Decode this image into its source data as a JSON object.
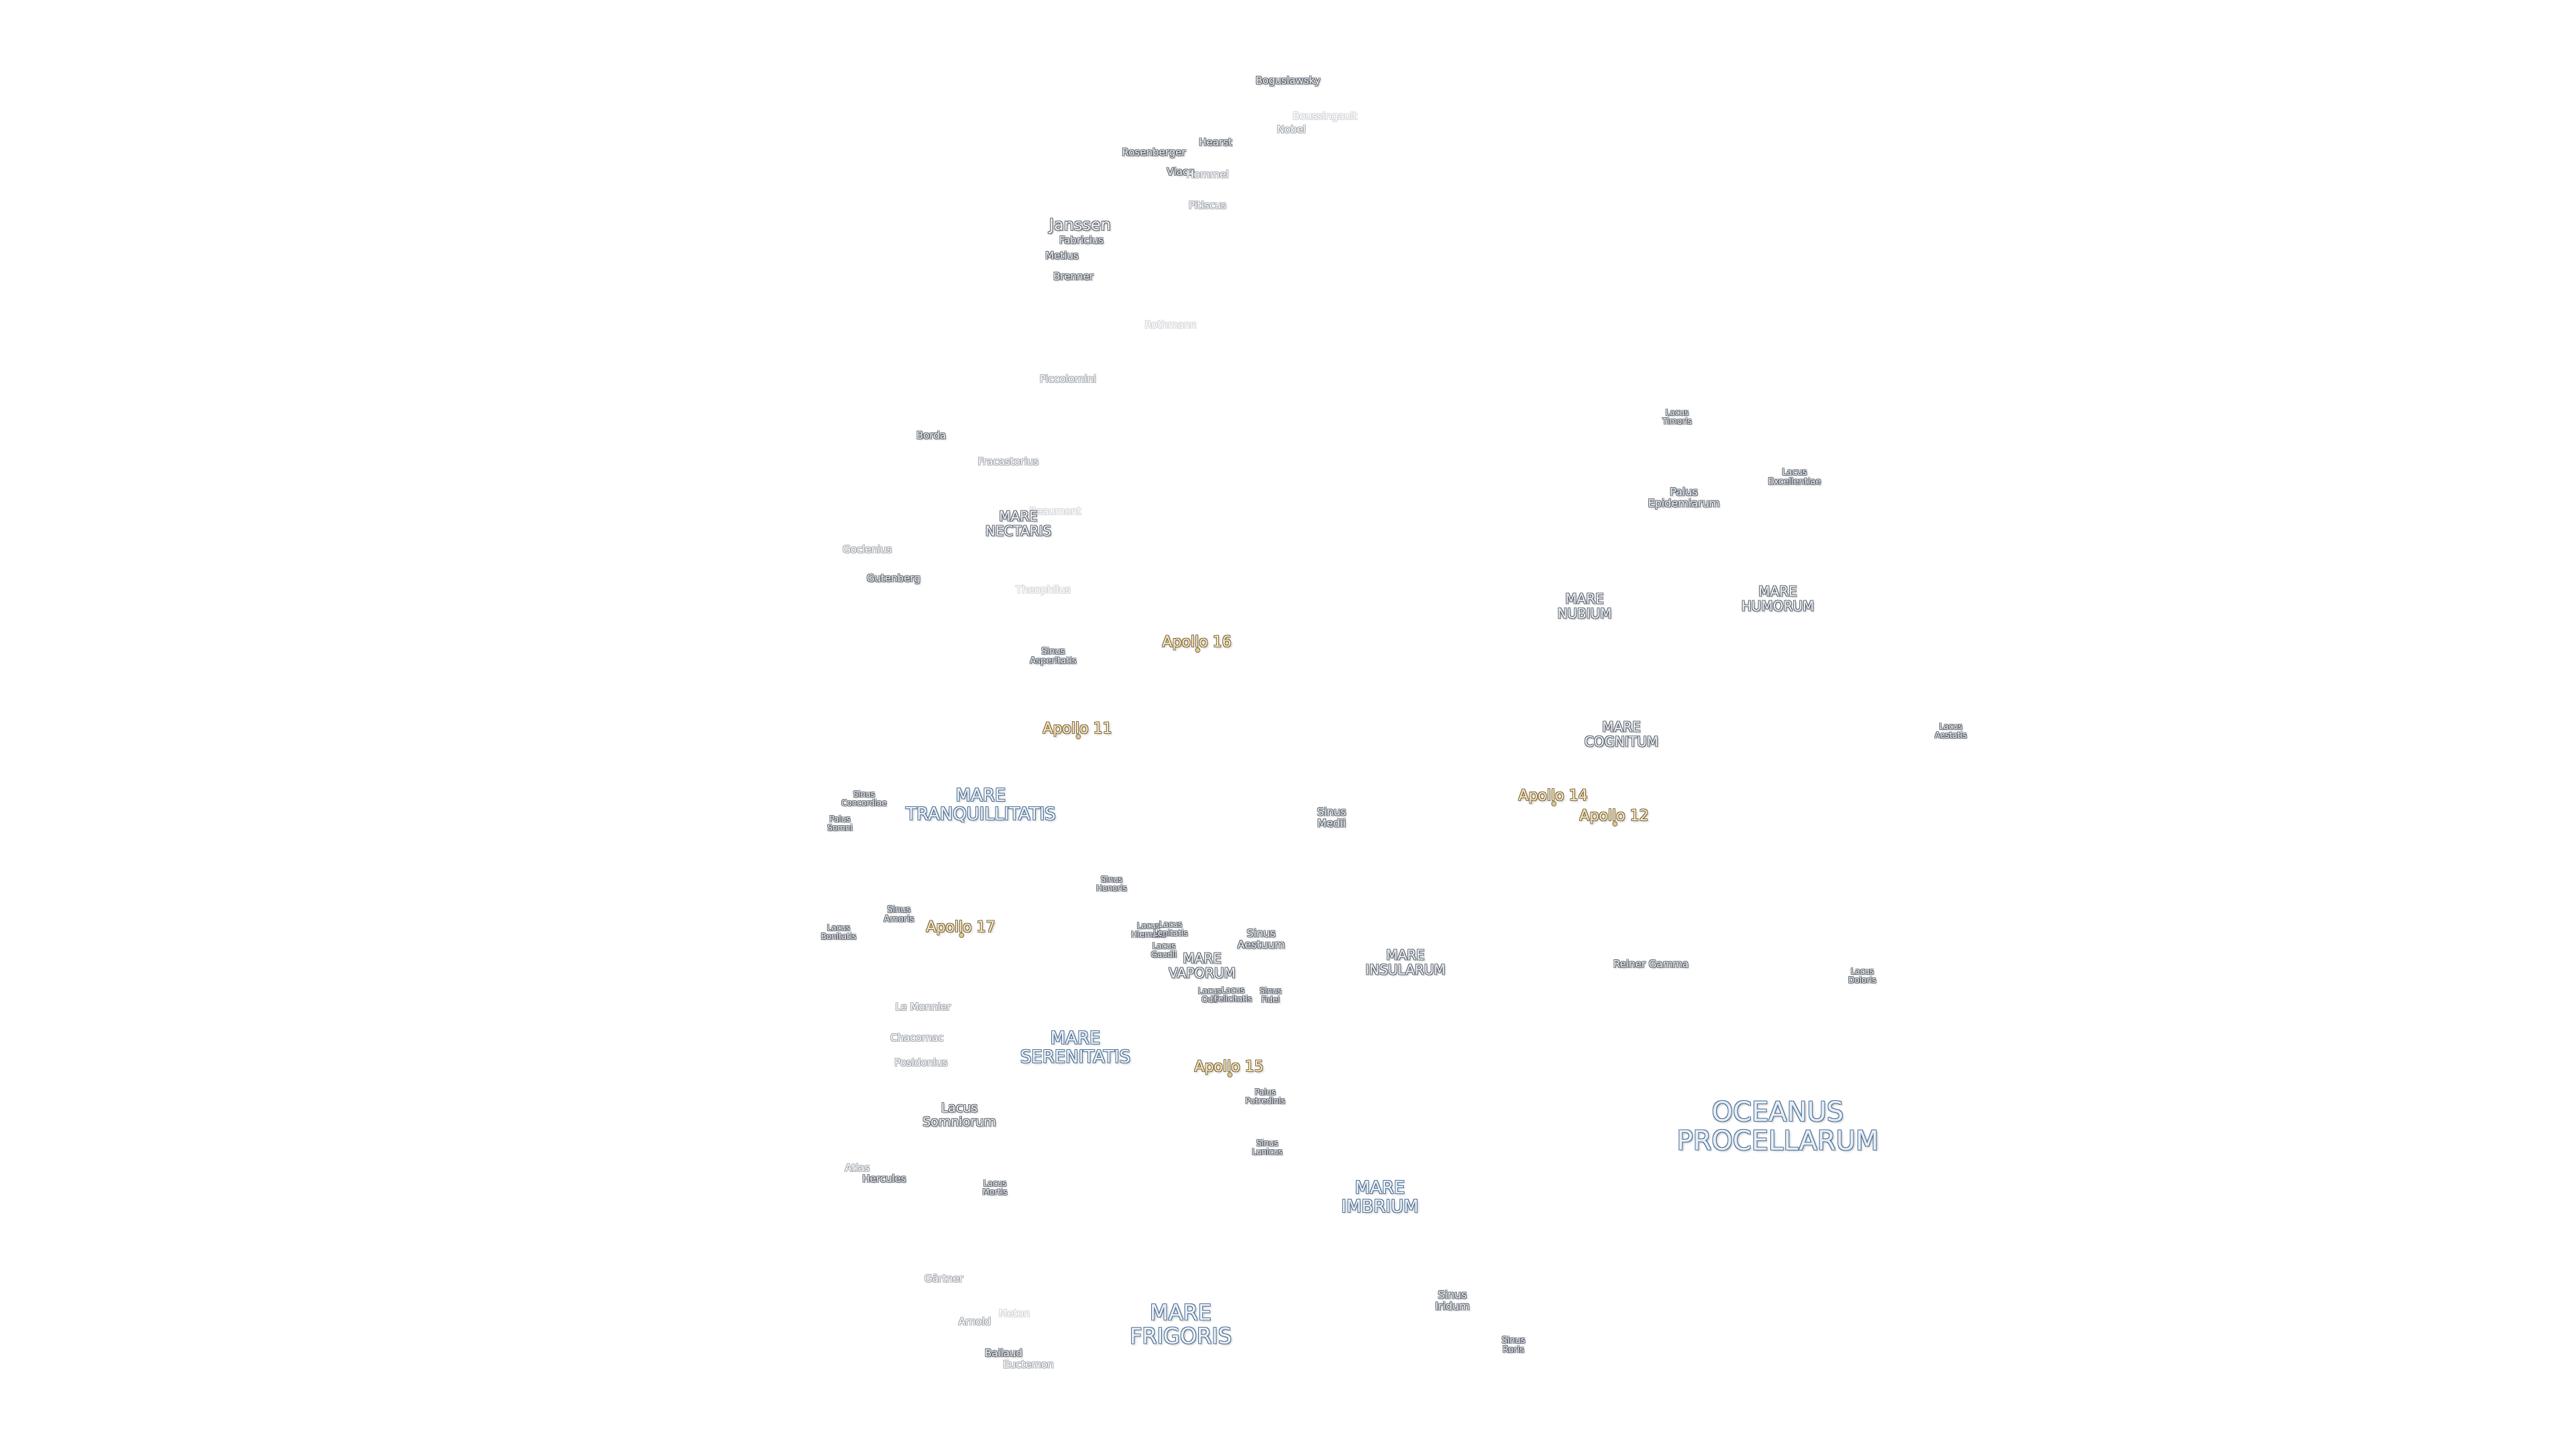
{
  "labels": [
    {
      "text": "Boguslawsky",
      "cls": "crater"
    },
    {
      "text": "Boussingault",
      "cls": "faint2"
    },
    {
      "text": "Nobel",
      "cls": "faint"
    },
    {
      "text": "Hearst",
      "cls": "crater"
    },
    {
      "text": "Rosenberger",
      "cls": "crater"
    },
    {
      "text": "Vlacq",
      "cls": "crater"
    },
    {
      "text": "Hommel",
      "cls": "faint"
    },
    {
      "text": "Pitiscus",
      "cls": "faint"
    },
    {
      "text": "Janssen",
      "cls": "crater-l"
    },
    {
      "text": "Fabricius",
      "cls": "crater"
    },
    {
      "text": "Metius",
      "cls": "crater"
    },
    {
      "text": "Brenner",
      "cls": "crater"
    },
    {
      "text": "Rothmann",
      "cls": "faint2"
    },
    {
      "text": "Piccolomini",
      "cls": "faint"
    },
    {
      "text": "Borda",
      "cls": "crater"
    },
    {
      "text": "Fracastorius",
      "cls": "faint"
    },
    {
      "text": "Beaumont",
      "cls": "faint2"
    },
    {
      "text": "MARE\nNECTARIS",
      "cls": "mare-m"
    },
    {
      "text": "Goclenius",
      "cls": "faint"
    },
    {
      "text": "Gutenberg",
      "cls": "crater"
    },
    {
      "text": "Theophilus",
      "cls": "faint2"
    },
    {
      "text": "Sinus\nAsperitatis",
      "cls": "sinus-s"
    },
    {
      "text": "Apollo 16",
      "cls": "apollo"
    },
    {
      "text": "Apollo 11",
      "cls": "apollo"
    },
    {
      "text": "Lacus\nTimoris",
      "cls": "small"
    },
    {
      "text": "Lacus\nExcellentiae",
      "cls": "sinus-s"
    },
    {
      "text": "Palus\nEpidemiarum",
      "cls": "sinus"
    },
    {
      "text": "MARE\nNUBIUM",
      "cls": "mare-m"
    },
    {
      "text": "MARE\nHUMORUM",
      "cls": "mare-m"
    },
    {
      "text": "MARE\nCOGNITUM",
      "cls": "mare-m"
    },
    {
      "text": "Lacus\nAestatis",
      "cls": "small"
    },
    {
      "text": "Apollo 14",
      "cls": "apollo"
    },
    {
      "text": "Apollo 12",
      "cls": "apollo"
    },
    {
      "text": "Sinus\nConcordiae",
      "cls": "small"
    },
    {
      "text": "MARE\nTRANQUILLITATIS",
      "cls": "mare-l"
    },
    {
      "text": "Palus\nSomni",
      "cls": "small"
    },
    {
      "text": "Sinus\nMedii",
      "cls": "sinus"
    },
    {
      "text": "Sinus\nHonoris",
      "cls": "small"
    },
    {
      "text": "Lacus\nBonitatis",
      "cls": "small"
    },
    {
      "text": "Sinus\nAmoris",
      "cls": "sinus-s"
    },
    {
      "text": "Apollo 17",
      "cls": "apollo"
    },
    {
      "text": "Lacus\nHiemalis",
      "cls": "small"
    },
    {
      "text": "Lacus\nLenitatis",
      "cls": "small"
    },
    {
      "text": "Lacus\nGaudii",
      "cls": "small"
    },
    {
      "text": "MARE\nVAPORUM",
      "cls": "mare-m"
    },
    {
      "text": "Sinus\nAestuum",
      "cls": "sinus"
    },
    {
      "text": "MARE\nINSULARUM",
      "cls": "mare-m"
    },
    {
      "text": "Reiner Gamma",
      "cls": "crater"
    },
    {
      "text": "Lacus\nDoloris",
      "cls": "small"
    },
    {
      "text": "Lacus\nOdii",
      "cls": "small"
    },
    {
      "text": "Lacus\nFelicitatis",
      "cls": "small"
    },
    {
      "text": "Sinus\nFidei",
      "cls": "small"
    },
    {
      "text": "Le Monnier",
      "cls": "faint"
    },
    {
      "text": "Chacornac",
      "cls": "faint"
    },
    {
      "text": "MARE\nSERENITATIS",
      "cls": "mare-l"
    },
    {
      "text": "Posidonius",
      "cls": "faint"
    },
    {
      "text": "Apollo 15",
      "cls": "apollo"
    },
    {
      "text": "Palus\nPutredinis",
      "cls": "small"
    },
    {
      "text": "Lacus\nSomniorum",
      "cls": "crater-m"
    },
    {
      "text": "OCEANUS\nPROCELLARUM",
      "cls": "oceanus"
    },
    {
      "text": "Sinus\nLunicus",
      "cls": "small"
    },
    {
      "text": "Atlas",
      "cls": "faint"
    },
    {
      "text": "Hercules",
      "cls": "crater"
    },
    {
      "text": "Lacus\nMortis",
      "cls": "small"
    },
    {
      "text": "MARE\nIMBRIUM",
      "cls": "mare-l"
    },
    {
      "text": "Gärtner",
      "cls": "faint"
    },
    {
      "text": "Sinus\nIridum",
      "cls": "sinus"
    },
    {
      "text": "MARE\nFRIGORIS",
      "cls": "mare-xl"
    },
    {
      "text": "Arnold",
      "cls": "faint"
    },
    {
      "text": "Sinus\nRoris",
      "cls": "sinus-s"
    },
    {
      "text": "Bailaud",
      "cls": "crater"
    },
    {
      "text": "Euctemon",
      "cls": "faint"
    },
    {
      "text": "Meton",
      "cls": "faint2"
    }
  ]
}
